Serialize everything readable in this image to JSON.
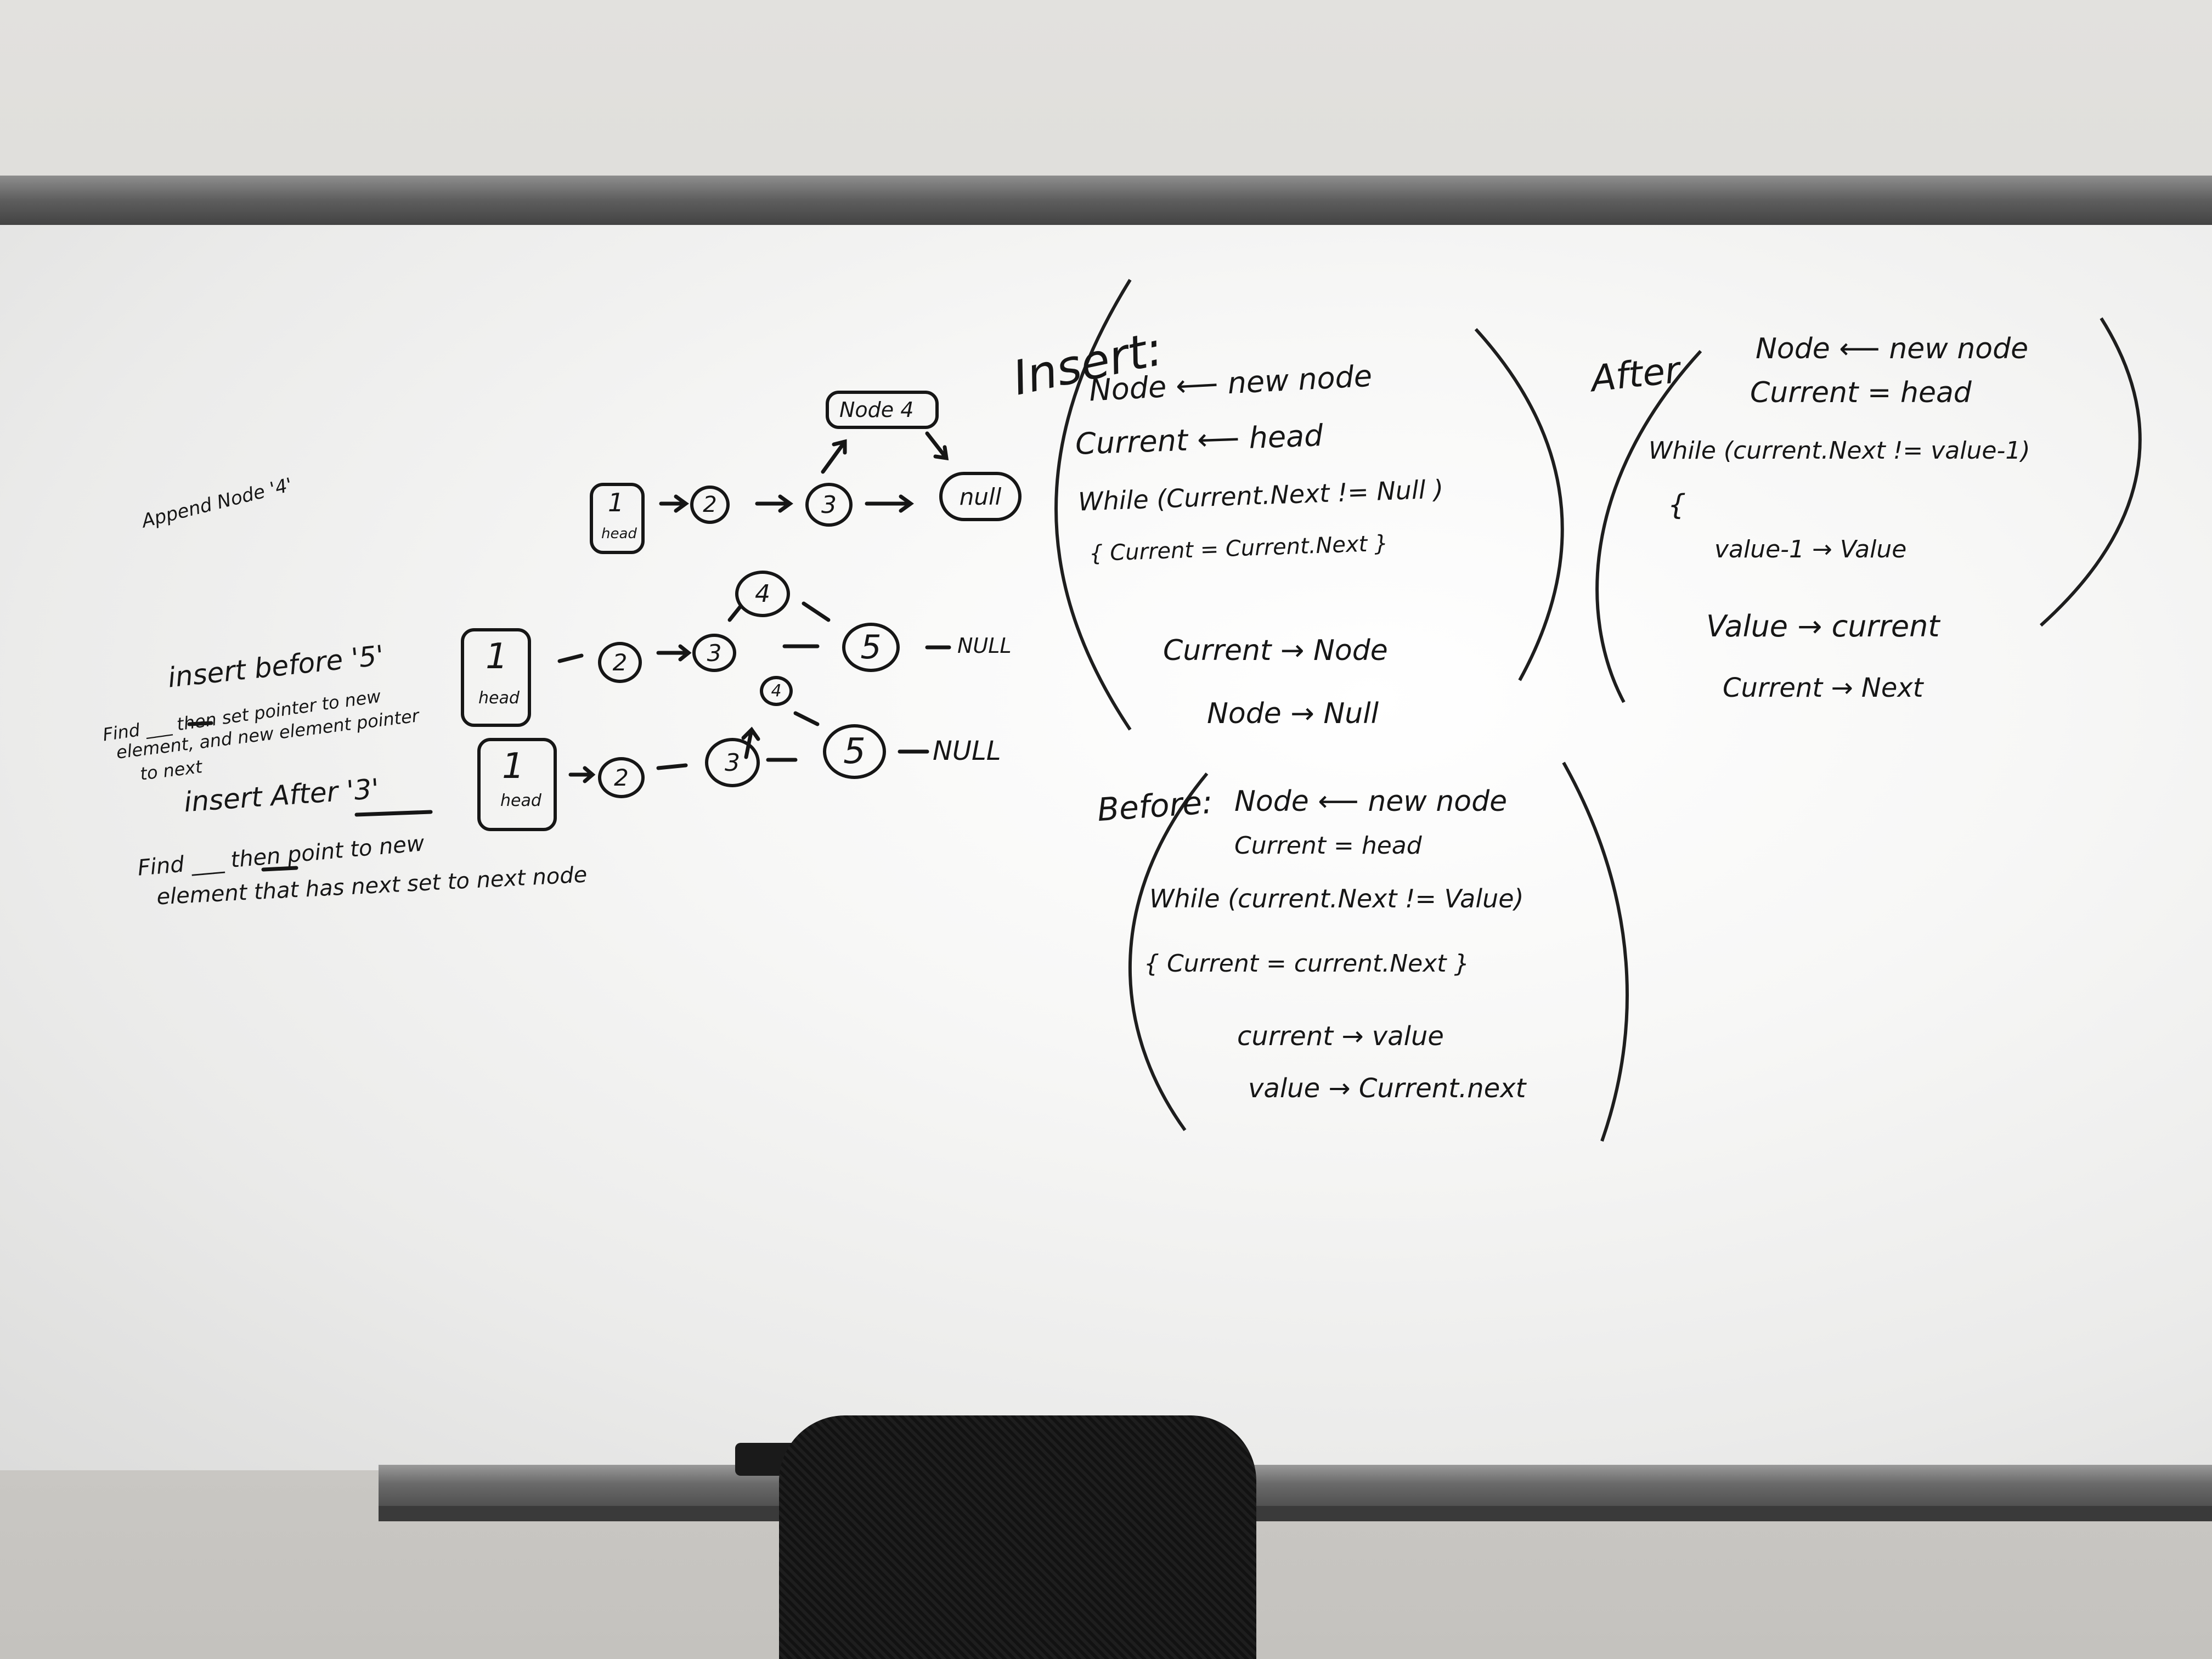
{
  "board": {
    "append": {
      "label": "Append Node '4'",
      "node_label": "Node 4",
      "nodes": [
        "1",
        "2",
        "3"
      ],
      "head": "head",
      "null": "null"
    },
    "before": {
      "label": "insert before '5'",
      "desc1": "Find ___ then set pointer to new",
      "desc2": "element, and new element pointer",
      "desc3": "to next",
      "nodes": [
        "1",
        "2",
        "3",
        "4",
        "5"
      ],
      "head": "head",
      "null": "NULL"
    },
    "after": {
      "label": "insert After '3'",
      "desc1": "Find ___ then point to new",
      "desc2": "element that has  next set to next node",
      "nodes": [
        "1",
        "2",
        "3",
        "4",
        "5"
      ],
      "head": "head",
      "null": "NULL"
    },
    "insert_code": {
      "title": "Insert:",
      "lines": [
        "Node ⟵ new node",
        "Current ⟵ head",
        "While (Current.Next != Null )",
        "{ Current = Current.Next }",
        "Current → Node",
        "Node → Null"
      ]
    },
    "after_code": {
      "title": "After",
      "lines": [
        "Node ⟵ new node",
        "Current = head",
        "While (current.Next != value-1)",
        "{",
        "value-1 → Value",
        "Value → current",
        "Current → Next"
      ]
    },
    "before_code": {
      "title": "Before:",
      "lines": [
        "Node ⟵ new node",
        "Current = head",
        "While (current.Next != Value)",
        "{ Current = current.Next }",
        "current → value",
        "value → Current.next"
      ]
    }
  }
}
